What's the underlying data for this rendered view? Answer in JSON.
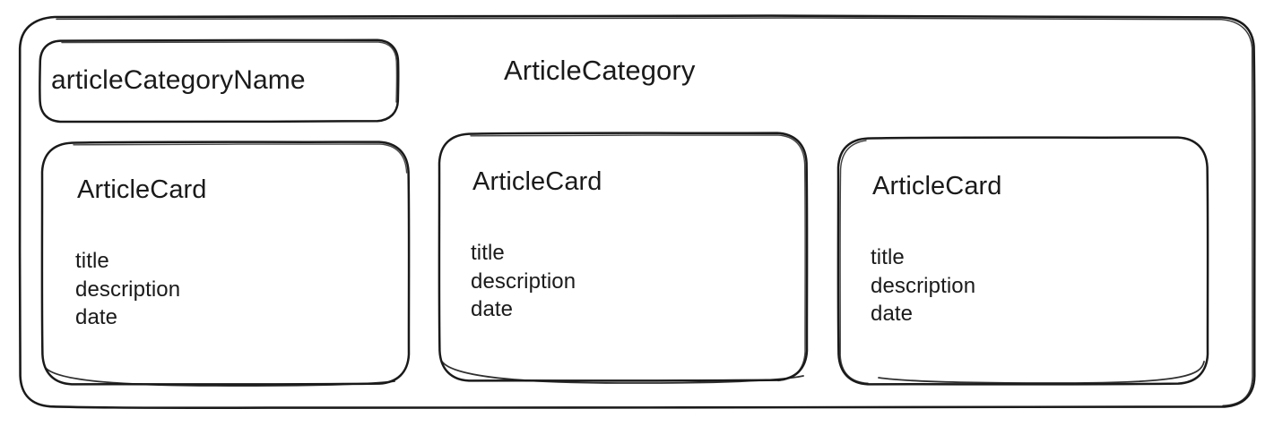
{
  "diagram": {
    "style": "hand-drawn-wireframe",
    "stroke_color": "#1a1a1a",
    "background_color": "#ffffff",
    "container": {
      "title": "ArticleCategory",
      "name_chip": {
        "label": "articleCategoryName"
      },
      "cards": [
        {
          "heading": "ArticleCard",
          "fields": [
            "title",
            "description",
            "date"
          ],
          "fields_text": "title\ndescription\ndate"
        },
        {
          "heading": "ArticleCard",
          "fields": [
            "title",
            "description",
            "date"
          ],
          "fields_text": "title\ndescription\ndate"
        },
        {
          "heading": "ArticleCard",
          "fields": [
            "title",
            "description",
            "date"
          ],
          "fields_text": "title\ndescription\ndate"
        }
      ]
    }
  }
}
